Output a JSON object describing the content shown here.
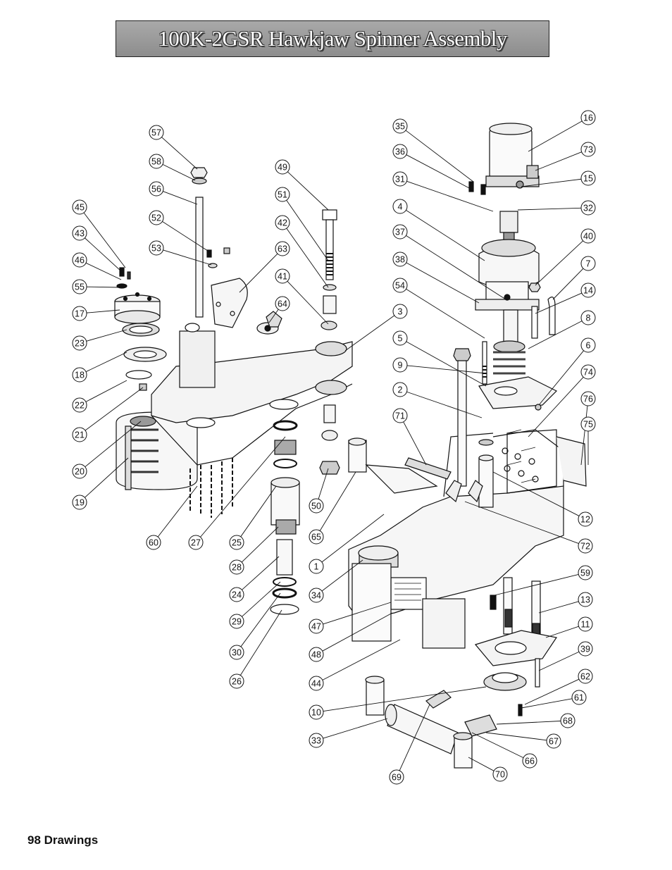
{
  "title": "100K-2GSR Hawkjaw Spinner Assembly",
  "footer": {
    "page_number": "98",
    "section": "Drawings"
  },
  "callouts": [
    {
      "id": "57",
      "label": "57"
    },
    {
      "id": "58",
      "label": "58"
    },
    {
      "id": "56",
      "label": "56"
    },
    {
      "id": "52",
      "label": "52"
    },
    {
      "id": "53",
      "label": "53"
    },
    {
      "id": "45",
      "label": "45"
    },
    {
      "id": "43",
      "label": "43"
    },
    {
      "id": "46",
      "label": "46"
    },
    {
      "id": "55",
      "label": "55"
    },
    {
      "id": "17",
      "label": "17"
    },
    {
      "id": "23",
      "label": "23"
    },
    {
      "id": "18",
      "label": "18"
    },
    {
      "id": "22",
      "label": "22"
    },
    {
      "id": "21",
      "label": "21"
    },
    {
      "id": "20",
      "label": "20"
    },
    {
      "id": "19",
      "label": "19"
    },
    {
      "id": "60",
      "label": "60"
    },
    {
      "id": "27",
      "label": "27"
    },
    {
      "id": "25",
      "label": "25"
    },
    {
      "id": "28",
      "label": "28"
    },
    {
      "id": "24",
      "label": "24"
    },
    {
      "id": "29",
      "label": "29"
    },
    {
      "id": "30",
      "label": "30"
    },
    {
      "id": "26",
      "label": "26"
    },
    {
      "id": "49",
      "label": "49"
    },
    {
      "id": "51",
      "label": "51"
    },
    {
      "id": "42",
      "label": "42"
    },
    {
      "id": "41",
      "label": "41"
    },
    {
      "id": "63",
      "label": "63"
    },
    {
      "id": "64",
      "label": "64"
    },
    {
      "id": "50",
      "label": "50"
    },
    {
      "id": "65",
      "label": "65"
    },
    {
      "id": "1",
      "label": "1"
    },
    {
      "id": "34",
      "label": "34"
    },
    {
      "id": "47",
      "label": "47"
    },
    {
      "id": "48",
      "label": "48"
    },
    {
      "id": "44",
      "label": "44"
    },
    {
      "id": "10",
      "label": "10"
    },
    {
      "id": "33",
      "label": "33"
    },
    {
      "id": "69",
      "label": "69"
    },
    {
      "id": "35",
      "label": "35"
    },
    {
      "id": "36",
      "label": "36"
    },
    {
      "id": "31",
      "label": "31"
    },
    {
      "id": "4",
      "label": "4"
    },
    {
      "id": "37",
      "label": "37"
    },
    {
      "id": "38",
      "label": "38"
    },
    {
      "id": "54",
      "label": "54"
    },
    {
      "id": "3",
      "label": "3"
    },
    {
      "id": "5",
      "label": "5"
    },
    {
      "id": "9",
      "label": "9"
    },
    {
      "id": "2",
      "label": "2"
    },
    {
      "id": "71",
      "label": "71"
    },
    {
      "id": "16",
      "label": "16"
    },
    {
      "id": "73",
      "label": "73"
    },
    {
      "id": "15",
      "label": "15"
    },
    {
      "id": "32",
      "label": "32"
    },
    {
      "id": "40",
      "label": "40"
    },
    {
      "id": "7",
      "label": "7"
    },
    {
      "id": "14",
      "label": "14"
    },
    {
      "id": "8",
      "label": "8"
    },
    {
      "id": "6",
      "label": "6"
    },
    {
      "id": "74",
      "label": "74"
    },
    {
      "id": "76",
      "label": "76"
    },
    {
      "id": "75",
      "label": "75"
    },
    {
      "id": "12",
      "label": "12"
    },
    {
      "id": "72",
      "label": "72"
    },
    {
      "id": "59",
      "label": "59"
    },
    {
      "id": "13",
      "label": "13"
    },
    {
      "id": "11",
      "label": "11"
    },
    {
      "id": "39",
      "label": "39"
    },
    {
      "id": "62",
      "label": "62"
    },
    {
      "id": "61",
      "label": "61"
    },
    {
      "id": "68",
      "label": "68"
    },
    {
      "id": "67",
      "label": "67"
    },
    {
      "id": "66",
      "label": "66"
    },
    {
      "id": "70",
      "label": "70"
    }
  ]
}
